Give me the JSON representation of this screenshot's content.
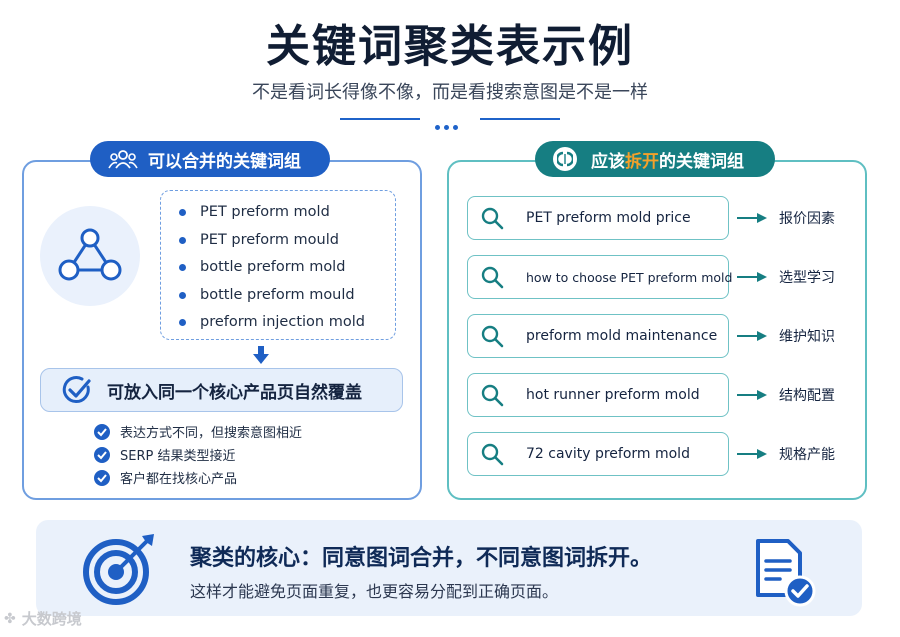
{
  "header": {
    "title": "关键词聚类表示例",
    "subtitle": "不是看词长得像不像，而是看搜索意图是不是一样"
  },
  "left_panel": {
    "badge_label": "可以合并的关键词组",
    "keywords": [
      "PET preform mold",
      "PET preform mould",
      "bottle preform mold",
      "bottle preform mould",
      "preform injection mold"
    ],
    "merge_label": "可放入同一个核心产品页自然覆盖",
    "reasons": [
      "表达方式不同，但搜索意图相近",
      "SERP 结果类型接近",
      "客户都在找核心产品"
    ]
  },
  "right_panel": {
    "badge_prefix": "应该",
    "badge_highlight": "拆开",
    "badge_suffix": "的关键词组",
    "rows": [
      {
        "query": "PET preform mold price",
        "intent": "报价因素"
      },
      {
        "query": "how to choose PET preform mold",
        "intent": "选型学习"
      },
      {
        "query": "preform mold maintenance",
        "intent": "维护知识"
      },
      {
        "query": "hot runner preform mold",
        "intent": "结构配置"
      },
      {
        "query": "72 cavity preform mold",
        "intent": "规格产能"
      }
    ]
  },
  "summary": {
    "headline": "聚类的核心：同意图词合并，不同意图词拆开。",
    "detail": "这样才能避免页面重复，也更容易分配到正确页面。"
  },
  "watermark": {
    "text": "大数跨境"
  },
  "colors": {
    "primary_blue": "#1f5fc4",
    "teal": "#167e82",
    "highlight_orange": "#f3a12a",
    "summary_bg": "#eaf1fb"
  }
}
